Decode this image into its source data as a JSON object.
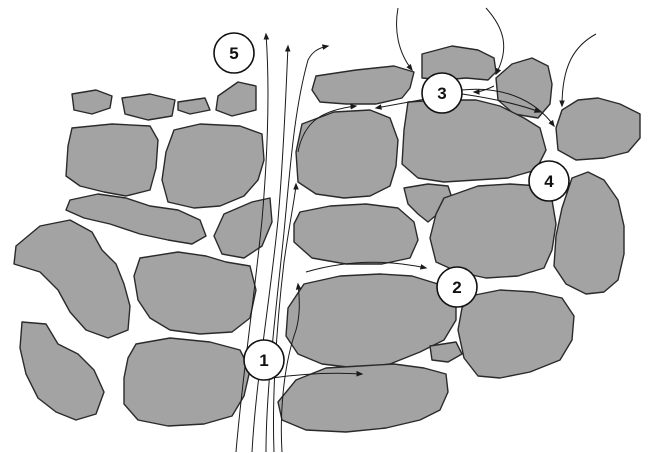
{
  "markers": [
    {
      "label": "1"
    },
    {
      "label": "2"
    },
    {
      "label": "3"
    },
    {
      "label": "4"
    },
    {
      "label": "5"
    }
  ]
}
